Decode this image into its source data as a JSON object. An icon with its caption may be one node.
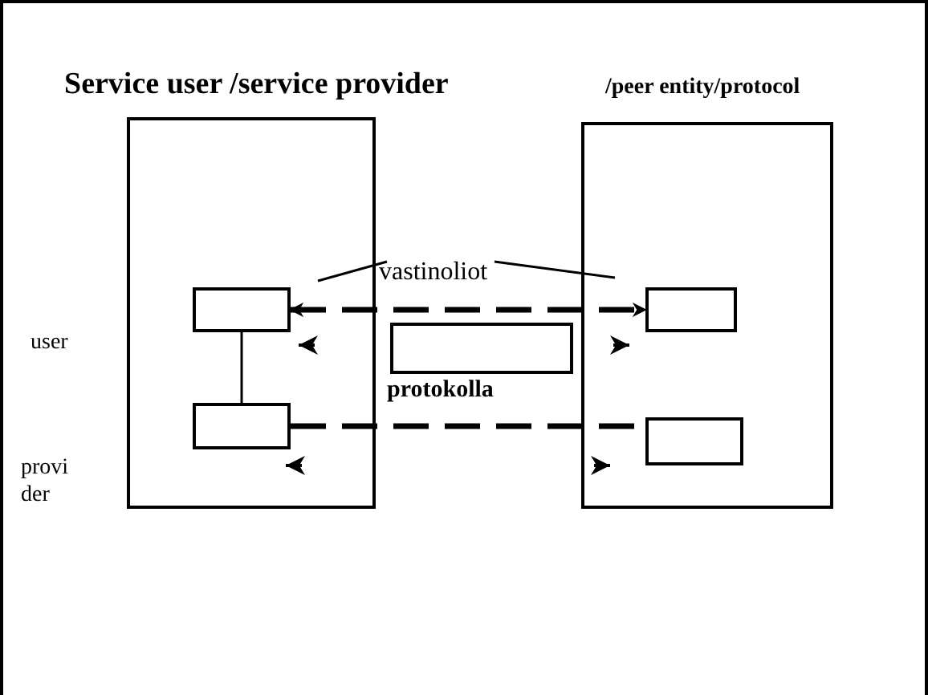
{
  "diagram": {
    "title": "Service user /service provider",
    "nodes": [
      {
        "text": [],
        "shape": "box"
      },
      {
        "text": [],
        "shape": "box"
      },
      {
        "text": [],
        "shape": "box",
        "in": 0
      },
      {
        "text": [],
        "shape": "box",
        "in": 0
      },
      {
        "text": [],
        "shape": "box",
        "in": 1
      },
      {
        "text": [],
        "shape": "box",
        "in": 1
      },
      {
        "text": [],
        "shape": "box"
      },
      {
        "text": [
          "vastinoliot"
        ]
      }
    ],
    "edges": [
      {
        "from": 2,
        "to": 4,
        "arrow": "both",
        "style": "dashed"
      },
      {
        "from": 3,
        "to": 5,
        "arrow": "none",
        "style": "dashed"
      },
      {
        "from": 2,
        "to": 3,
        "arrow": "none"
      },
      {
        "from": 7,
        "to": null,
        "arrow": "none"
      },
      {
        "from": 7,
        "to": null,
        "arrow": "none"
      },
      {
        "from": null,
        "to": 2,
        "arrow": "to"
      },
      {
        "from": null,
        "to": 4,
        "arrow": "to"
      },
      {
        "from": null,
        "to": 3,
        "arrow": "to"
      },
      {
        "from": null,
        "to": 5,
        "arrow": "to"
      }
    ],
    "labels": [
      "/peer entity/protocol",
      "user",
      "protokolla",
      "provi der"
    ]
  }
}
